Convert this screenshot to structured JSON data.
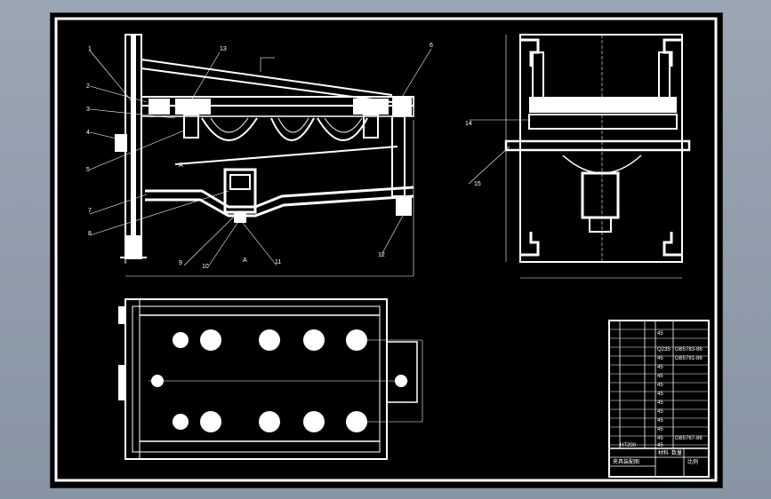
{
  "drawing": {
    "front_view": {
      "part_callouts": [
        "1",
        "2",
        "3",
        "4",
        "5",
        "6",
        "7",
        "8",
        "9",
        "10",
        "11",
        "12",
        "13"
      ],
      "extra_callouts": [
        "A",
        "A"
      ]
    },
    "side_view": {
      "callouts": [
        "14",
        "15"
      ]
    },
    "title_block": {
      "rows": [
        "45",
        "Q235",
        "45",
        "45",
        "45",
        "45",
        "45",
        "45",
        "45",
        "45",
        "45",
        "45",
        "45",
        "HT200"
      ],
      "std_refs": [
        "GB5783-86",
        "GB5781-86",
        "GB5767-86"
      ],
      "footer_left": "夹具装配图",
      "footer_mid1": "材料",
      "footer_mid2": "数量",
      "footer_right": "比例"
    }
  },
  "colors": {
    "bg": "#8c99a8",
    "paper": "#000000",
    "lines": "#ffffff"
  }
}
